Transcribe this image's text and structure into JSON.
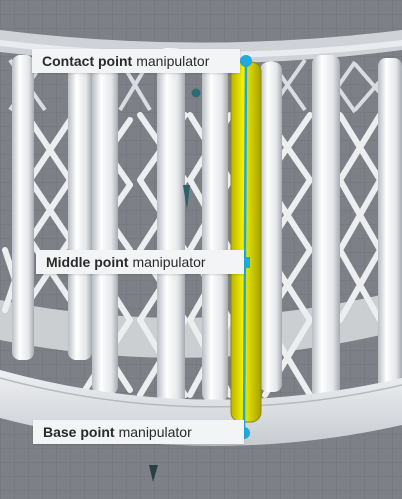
{
  "labels": {
    "contact": {
      "bold": "Contact point",
      "normal": "manipulator"
    },
    "middle": {
      "bold": "Middle point",
      "normal": "manipulator"
    },
    "base": {
      "bold": "Base point",
      "normal": "manipulator"
    }
  },
  "colors": {
    "background": "#7f8389",
    "grid": "#6f747a",
    "support": "#f2f2f2",
    "support_shadow": "#a9aeb4",
    "selected_support": "#e6e400",
    "manipulator": "#1fa9dd",
    "label_bg": "#f3f4f5"
  },
  "icons": {
    "manipulator_handle": "circle-handle-icon",
    "middle_handle": "square-handle-icon"
  }
}
